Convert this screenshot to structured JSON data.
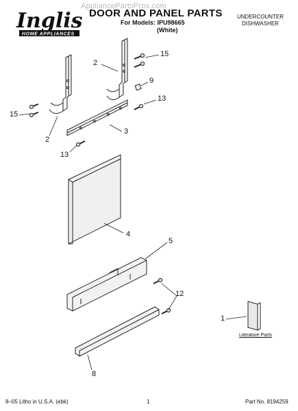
{
  "header": {
    "brand": "Inglis",
    "brand_sub": "HOME APPLIANCES",
    "watermark": "AppliancePartsPros.com",
    "title": "DOOR AND PANEL PARTS",
    "models_line": "For Models: IPU98665",
    "variant": "(White)",
    "appliance_line1": "UNDERCOUNTER",
    "appliance_line2": "DISHWASHER"
  },
  "callouts": [
    "2",
    "15",
    "9",
    "13",
    "15",
    "2",
    "3",
    "13",
    "4",
    "5",
    "12",
    "1",
    "8"
  ],
  "literature_label": "Literature Parts",
  "footer": {
    "left": "8–05 Litho in U.S.A. (ebk)",
    "center": "1",
    "right": "Part No. 8194259"
  }
}
